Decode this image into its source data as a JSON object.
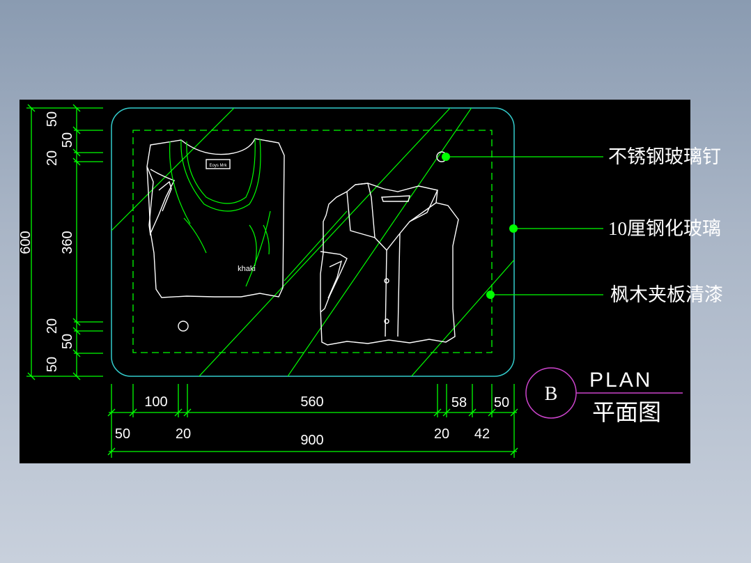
{
  "colors": {
    "background": "#000000",
    "dimension": "#00ff00",
    "frame_outline": "#33cccc",
    "section_marker": "#cc44cc",
    "text": "#ffffff",
    "leader_dot": "#00ff00"
  },
  "dimensions": {
    "vertical_left": {
      "total": "600",
      "top_50a": "50",
      "top_50b": "50",
      "top_20": "20",
      "middle": "360",
      "bottom_20": "20",
      "bottom_50a": "50",
      "bottom_50b": "50"
    },
    "horizontal_top_row": {
      "d100": "100",
      "d560": "560",
      "d58": "58",
      "d50": "50"
    },
    "horizontal_bottom_row": {
      "d50": "50",
      "d20a": "20",
      "d20b": "20",
      "d42": "42"
    },
    "total_width": "900"
  },
  "callouts": {
    "stainless_pin": "不锈钢玻璃钉",
    "tempered_glass": "10厘钢化玻璃",
    "maple_board": "枫木夹板清漆"
  },
  "shirt_labels": {
    "tshirt_text": "khaki",
    "tshirt_tag": "Eoys Mrk"
  },
  "title": {
    "section_letter": "B",
    "plan_en": "PLAN",
    "plan_cn": "平面图"
  }
}
